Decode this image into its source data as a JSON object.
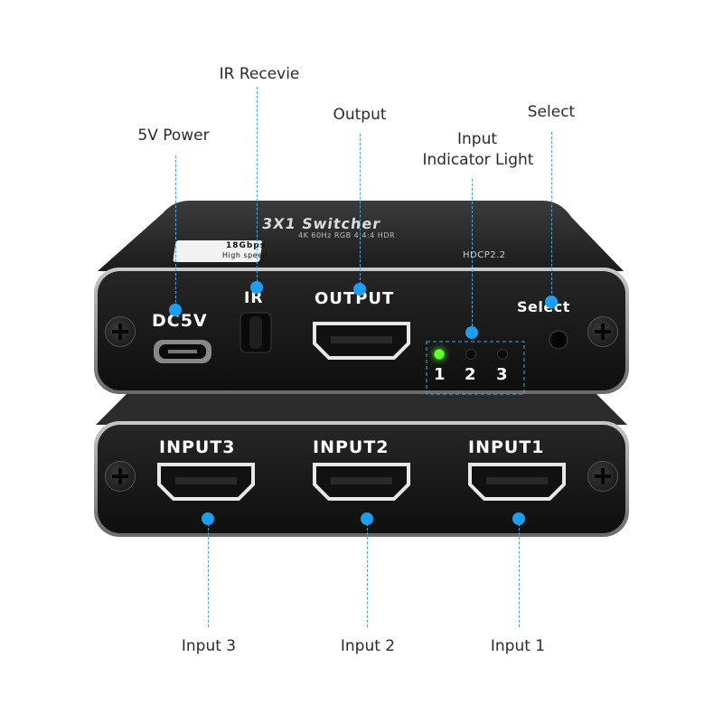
{
  "callouts": {
    "power": "5V Power",
    "ir": "IR Recevie",
    "output": "Output",
    "indicator_line1": "Input",
    "indicator_line2": "Indicator Light",
    "select": "Select",
    "input3": "Input 3",
    "input2": "Input 2",
    "input1": "Input 1"
  },
  "device_top": {
    "title": "3X1 Switcher",
    "subtitle": "4K 60Hz RGB 4:4:4 HDR",
    "badge_line1": "18Gbps",
    "badge_line2": "High speed",
    "hdcp": "HDCP2.2",
    "dc_label": "DC5V",
    "ir_label": "IR",
    "output_label": "OUTPUT",
    "select_label": "Select",
    "led_1": "1",
    "led_2": "2",
    "led_3": "3"
  },
  "device_bottom": {
    "input3_label": "INPUT3",
    "input2_label": "INPUT2",
    "input1_label": "INPUT1"
  },
  "colors": {
    "callout_line": "#4aa8e0",
    "callout_dot": "#1e9ef0",
    "device_body": "#1a1a1a",
    "led_active": "#6dff3a"
  }
}
